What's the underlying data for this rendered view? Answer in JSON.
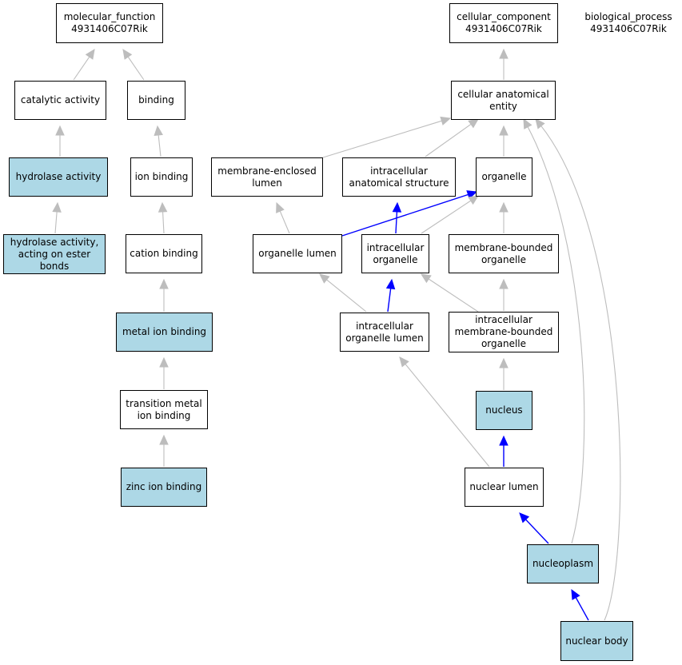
{
  "colors": {
    "highlight": "#add8e6",
    "edge_default": "#bdbdbd",
    "edge_path": "#0000ff"
  },
  "nodes": {
    "molecular_function": {
      "label": "molecular_function\n4931406C07Rik",
      "highlighted": false
    },
    "cellular_component": {
      "label": "cellular_component\n4931406C07Rik",
      "highlighted": false
    },
    "biological_process": {
      "label": "biological_process\n4931406C07Rik",
      "highlighted": false
    },
    "catalytic_activity": {
      "label": "catalytic activity",
      "highlighted": false
    },
    "binding": {
      "label": "binding",
      "highlighted": false
    },
    "cellular_anatomical_entity": {
      "label": "cellular anatomical\nentity",
      "highlighted": false
    },
    "hydrolase_activity": {
      "label": "hydrolase activity",
      "highlighted": true
    },
    "ion_binding": {
      "label": "ion binding",
      "highlighted": false
    },
    "membrane_enclosed_lumen": {
      "label": "membrane-enclosed\nlumen",
      "highlighted": false
    },
    "intracellular_anatomical_structure": {
      "label": "intracellular\nanatomical structure",
      "highlighted": false
    },
    "organelle": {
      "label": "organelle",
      "highlighted": false
    },
    "hydrolase_activity_ester": {
      "label": "hydrolase activity,\nacting on ester\nbonds",
      "highlighted": true
    },
    "cation_binding": {
      "label": "cation binding",
      "highlighted": false
    },
    "organelle_lumen": {
      "label": "organelle lumen",
      "highlighted": false
    },
    "intracellular_organelle": {
      "label": "intracellular\norganelle",
      "highlighted": false
    },
    "membrane_bounded_organelle": {
      "label": "membrane-bounded\norganelle",
      "highlighted": false
    },
    "metal_ion_binding": {
      "label": "metal ion binding",
      "highlighted": true
    },
    "intracellular_organelle_lumen": {
      "label": "intracellular\norganelle lumen",
      "highlighted": false
    },
    "intracellular_membrane_bounded_organelle": {
      "label": "intracellular\nmembrane-bounded\norganelle",
      "highlighted": false
    },
    "transition_metal_ion_binding": {
      "label": "transition metal\nion binding",
      "highlighted": false
    },
    "nucleus": {
      "label": "nucleus",
      "highlighted": true
    },
    "zinc_ion_binding": {
      "label": "zinc ion binding",
      "highlighted": true
    },
    "nuclear_lumen": {
      "label": "nuclear lumen",
      "highlighted": false
    },
    "nucleoplasm": {
      "label": "nucleoplasm",
      "highlighted": true
    },
    "nuclear_body": {
      "label": "nuclear body",
      "highlighted": true
    }
  },
  "edges": [
    {
      "from": "catalytic_activity",
      "to": "molecular_function",
      "path": false
    },
    {
      "from": "binding",
      "to": "molecular_function",
      "path": false
    },
    {
      "from": "hydrolase_activity",
      "to": "catalytic_activity",
      "path": false
    },
    {
      "from": "hydrolase_activity_ester",
      "to": "hydrolase_activity",
      "path": false
    },
    {
      "from": "ion_binding",
      "to": "binding",
      "path": false
    },
    {
      "from": "cation_binding",
      "to": "ion_binding",
      "path": false
    },
    {
      "from": "metal_ion_binding",
      "to": "cation_binding",
      "path": false
    },
    {
      "from": "transition_metal_ion_binding",
      "to": "metal_ion_binding",
      "path": false
    },
    {
      "from": "zinc_ion_binding",
      "to": "transition_metal_ion_binding",
      "path": false
    },
    {
      "from": "cellular_anatomical_entity",
      "to": "cellular_component",
      "path": false
    },
    {
      "from": "membrane_enclosed_lumen",
      "to": "cellular_anatomical_entity",
      "path": false
    },
    {
      "from": "intracellular_anatomical_structure",
      "to": "cellular_anatomical_entity",
      "path": false
    },
    {
      "from": "organelle",
      "to": "cellular_anatomical_entity",
      "path": false
    },
    {
      "from": "organelle_lumen",
      "to": "membrane_enclosed_lumen",
      "path": false
    },
    {
      "from": "organelle_lumen",
      "to": "organelle",
      "path": true
    },
    {
      "from": "intracellular_organelle",
      "to": "intracellular_anatomical_structure",
      "path": true
    },
    {
      "from": "intracellular_organelle",
      "to": "organelle",
      "path": false
    },
    {
      "from": "membrane_bounded_organelle",
      "to": "organelle",
      "path": false
    },
    {
      "from": "intracellular_organelle_lumen",
      "to": "organelle_lumen",
      "path": false
    },
    {
      "from": "intracellular_organelle_lumen",
      "to": "intracellular_organelle",
      "path": true
    },
    {
      "from": "intracellular_membrane_bounded_organelle",
      "to": "intracellular_organelle",
      "path": false
    },
    {
      "from": "intracellular_membrane_bounded_organelle",
      "to": "membrane_bounded_organelle",
      "path": false
    },
    {
      "from": "nucleus",
      "to": "intracellular_membrane_bounded_organelle",
      "path": false
    },
    {
      "from": "nuclear_lumen",
      "to": "nucleus",
      "path": true
    },
    {
      "from": "nuclear_lumen",
      "to": "intracellular_organelle_lumen",
      "path": false
    },
    {
      "from": "nucleoplasm",
      "to": "nuclear_lumen",
      "path": true
    },
    {
      "from": "nucleoplasm",
      "to": "cellular_anatomical_entity",
      "path": false
    },
    {
      "from": "nuclear_body",
      "to": "nucleoplasm",
      "path": true
    },
    {
      "from": "nuclear_body",
      "to": "cellular_anatomical_entity",
      "path": false
    }
  ]
}
